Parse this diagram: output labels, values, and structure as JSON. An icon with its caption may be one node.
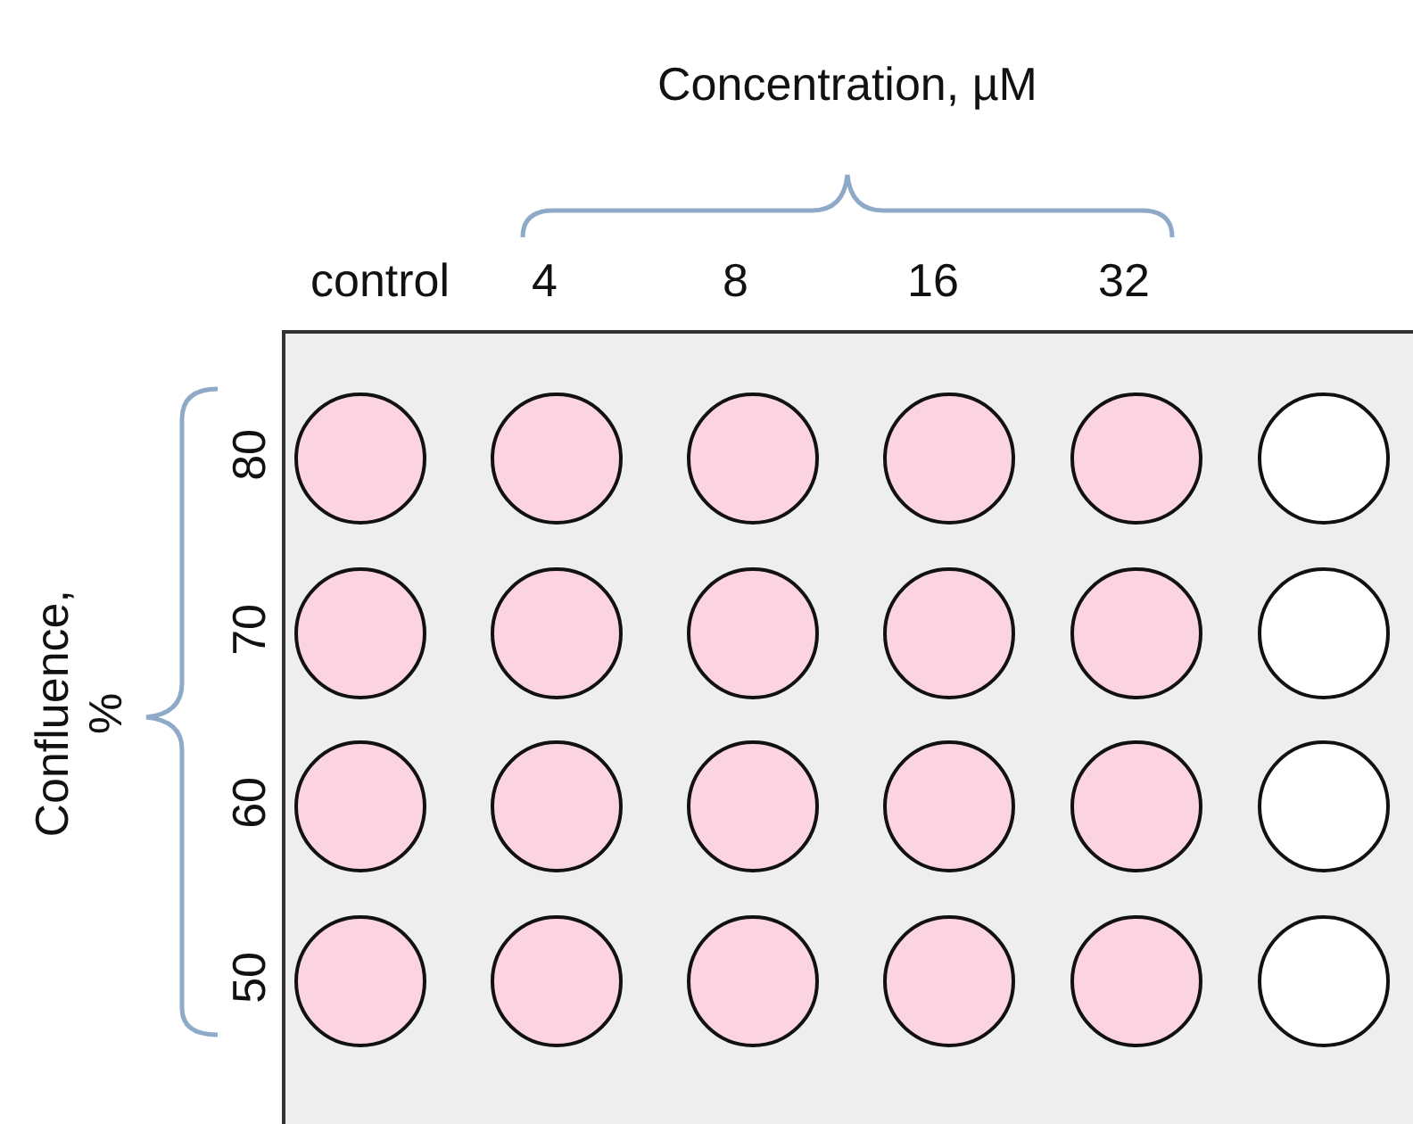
{
  "diagram": {
    "nodes": [
      {
        "text": [],
        "shape": "box"
      },
      {
        "text": [],
        "shape": "circle",
        "in": 0
      },
      {
        "text": [],
        "shape": "circle",
        "in": 0
      },
      {
        "text": [],
        "shape": "circle",
        "in": 0
      },
      {
        "text": [],
        "shape": "circle",
        "in": 0
      },
      {
        "text": [],
        "shape": "circle",
        "in": 0
      },
      {
        "text": [],
        "shape": "circle",
        "in": 0
      },
      {
        "text": [],
        "shape": "circle",
        "in": 0
      },
      {
        "text": [],
        "shape": "circle",
        "in": 0
      },
      {
        "text": [],
        "shape": "circle",
        "in": 0
      },
      {
        "text": [],
        "shape": "circle",
        "in": 0
      },
      {
        "text": [],
        "shape": "circle",
        "in": 0
      },
      {
        "text": [],
        "shape": "circle",
        "in": 0
      },
      {
        "text": [],
        "shape": "circle",
        "in": 0
      },
      {
        "text": [],
        "shape": "circle",
        "in": 0
      },
      {
        "text": [],
        "shape": "circle",
        "in": 0
      },
      {
        "text": [],
        "shape": "circle",
        "in": 0
      },
      {
        "text": [],
        "shape": "circle",
        "in": 0
      },
      {
        "text": [],
        "shape": "circle",
        "in": 0
      },
      {
        "text": [],
        "shape": "circle",
        "in": 0
      },
      {
        "text": [],
        "shape": "circle",
        "in": 0
      },
      {
        "text": [],
        "shape": "circle",
        "in": 0
      },
      {
        "text": [],
        "shape": "circle",
        "in": 0
      },
      {
        "text": [],
        "shape": "circle",
        "in": 0
      },
      {
        "text": [],
        "shape": "circle",
        "in": 0
      }
    ],
    "labels": [
      "Concentration, µM",
      "control",
      "4",
      "8",
      "16",
      "32",
      "Confluence, %",
      "80",
      "70",
      "60",
      "50"
    ]
  }
}
